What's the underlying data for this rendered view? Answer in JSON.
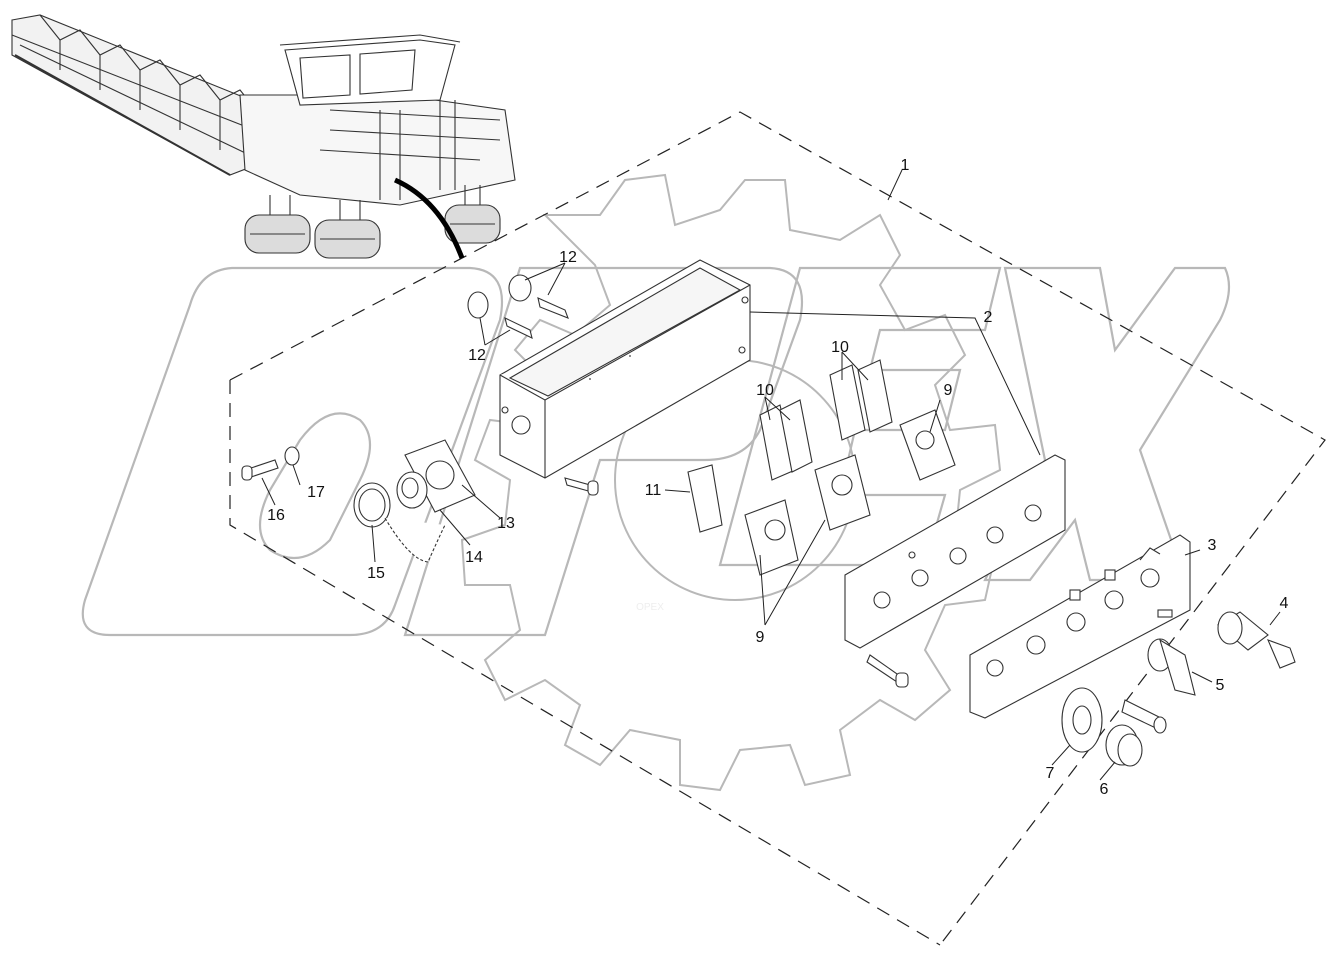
{
  "diagram": {
    "watermark_text": "OPEX",
    "corner_id": "",
    "callouts": [
      {
        "id": "c1",
        "label": "1"
      },
      {
        "id": "c2",
        "label": "2"
      },
      {
        "id": "c3",
        "label": "3"
      },
      {
        "id": "c4",
        "label": "4"
      },
      {
        "id": "c5",
        "label": "5"
      },
      {
        "id": "c6",
        "label": "6"
      },
      {
        "id": "c7",
        "label": "7"
      },
      {
        "id": "c9a",
        "label": "9"
      },
      {
        "id": "c9b",
        "label": "9"
      },
      {
        "id": "c10a",
        "label": "10"
      },
      {
        "id": "c10b",
        "label": "10"
      },
      {
        "id": "c11",
        "label": "11"
      },
      {
        "id": "c12a",
        "label": "12"
      },
      {
        "id": "c12b",
        "label": "12"
      },
      {
        "id": "c13",
        "label": "13"
      },
      {
        "id": "c14",
        "label": "14"
      },
      {
        "id": "c15",
        "label": "15"
      },
      {
        "id": "c16",
        "label": "16"
      },
      {
        "id": "c17",
        "label": "17"
      }
    ]
  }
}
